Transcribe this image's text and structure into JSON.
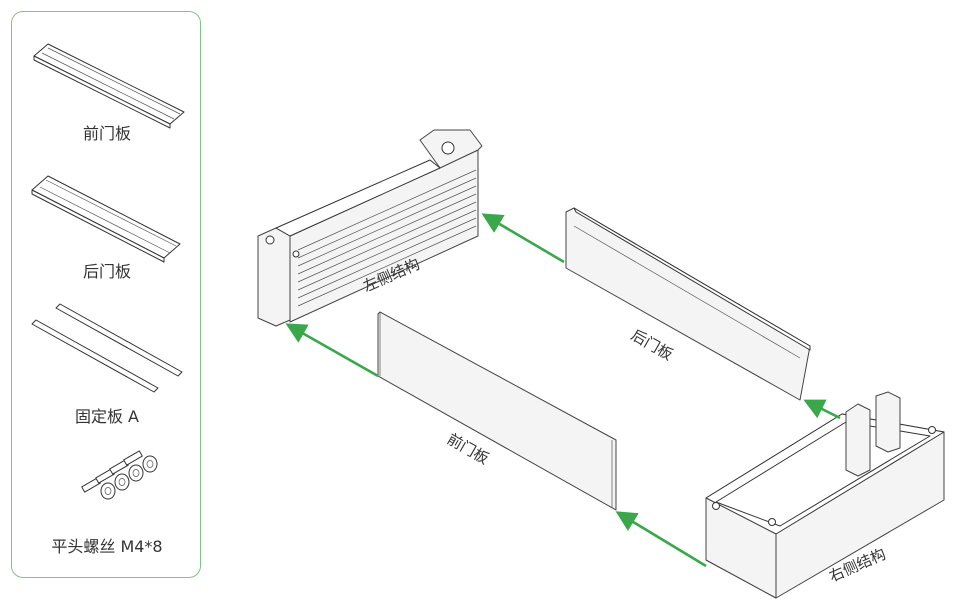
{
  "parts_panel": {
    "items": [
      {
        "label": "前门板",
        "icon": "front-door-panel-icon"
      },
      {
        "label": "后门板",
        "icon": "back-door-panel-icon"
      },
      {
        "label": "固定板 A",
        "icon": "fixing-plate-a-icon"
      },
      {
        "label": "平头螺丝 M4*8",
        "icon": "flat-head-screw-icon"
      }
    ],
    "border_color": "#7fc58a"
  },
  "assembly": {
    "left_structure": "左侧结构",
    "right_structure": "右侧结构",
    "front_panel": "前门板",
    "back_panel": "后门板",
    "arrow_color": "#3aa84a"
  }
}
